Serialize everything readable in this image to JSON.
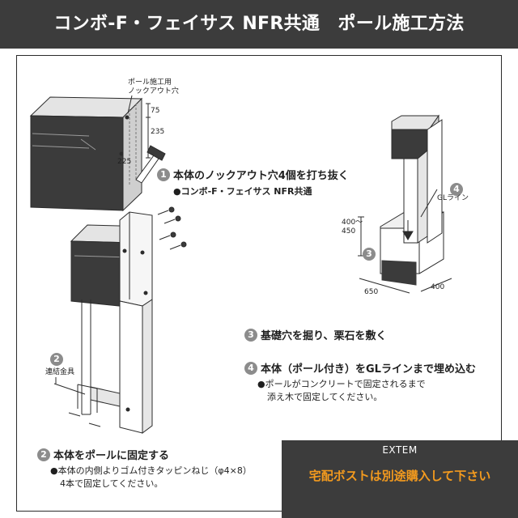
{
  "header": {
    "title": "コンボ-F・フェイサス NFR共通　ポール施工方法"
  },
  "steps": [
    {
      "number": "1",
      "title": "本体のノックアウト穴4個を打ち抜く",
      "note": "●コンボ-F・フェイサス NFR共通"
    },
    {
      "number": "2",
      "title": "本体をポールに固定する",
      "note_line1": "●本体の内側よりゴム付きタッピンねじ（φ4×8）",
      "note_line2": "4本で固定してください。"
    },
    {
      "number": "3",
      "title": "基礎穴を掘り、栗石を敷く"
    },
    {
      "number": "4",
      "title": "本体（ポール付き）をGLラインまで埋め込む",
      "note_line1": "●ポールがコンクリートで固定されるまで",
      "note_line2": "添え木で固定してください。"
    }
  ],
  "labels": {
    "knockout_line1": "ポール施工用",
    "knockout_line2": "ノックアウト穴",
    "dim_75": "75",
    "dim_235": "235",
    "dim_225": "225",
    "bracket_number": "2",
    "bracket_label": "連結金具",
    "gl_number": "4",
    "gl_label": "GLライン",
    "depth_line1": "400～",
    "depth_line2": "450",
    "foundation_number": "3",
    "width_650": "650",
    "width_400": "400"
  },
  "brand": {
    "name": "EXTEM",
    "notice": "宅配ボストは別途購入して下さい"
  }
}
